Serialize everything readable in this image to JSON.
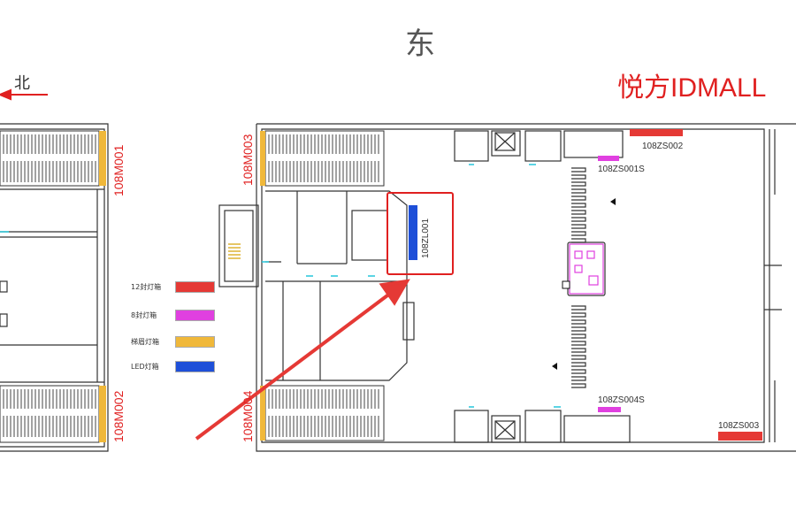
{
  "map": {
    "direction_top": "东",
    "direction_left": "北",
    "brand": "悦方IDMALL",
    "colors": {
      "red": "#e53935",
      "pink": "#e040e0",
      "yellow": "#f0b83a",
      "blue": "#1e4fd8",
      "line": "#333333",
      "cyan": "#26c6da"
    }
  },
  "legend": [
    {
      "label": "12封灯箱",
      "color": "#e53935"
    },
    {
      "label": "8封灯箱",
      "color": "#e040e0"
    },
    {
      "label": "梯眉灯箱",
      "color": "#f0b83a"
    },
    {
      "label": "LED灯箱",
      "color": "#1e4fd8"
    }
  ],
  "ads": {
    "m001": "108M001",
    "m002": "108M002",
    "m003": "108M003",
    "m004": "108M004",
    "zl001": "108ZL001",
    "zs001": "108ZS001S",
    "zs002": "108ZS002",
    "zs003": "108ZS003",
    "zs004": "108ZS004S"
  }
}
